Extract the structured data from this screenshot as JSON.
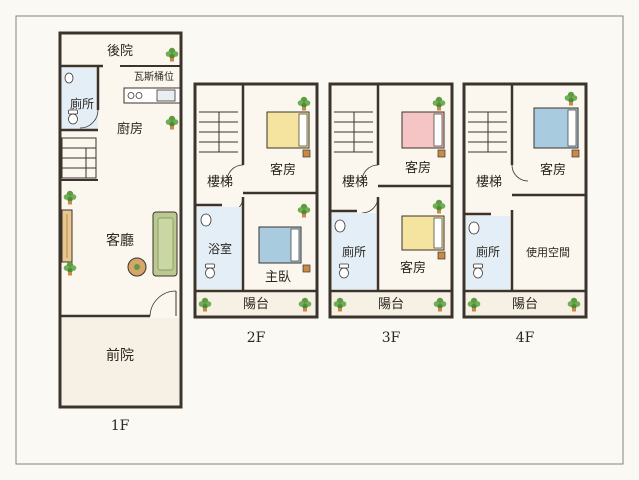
{
  "floors": {
    "f1": {
      "caption": "1F",
      "rooms": {
        "backyard": "後院",
        "gas_meter": "瓦斯桶位",
        "toilet": "廁所",
        "kitchen": "廚房",
        "living": "客廳",
        "front_yard": "前院"
      }
    },
    "f2": {
      "caption": "2F",
      "rooms": {
        "stairs": "樓梯",
        "guest": "客房",
        "bath": "浴室",
        "master": "主臥",
        "balcony": "陽台"
      }
    },
    "f3": {
      "caption": "3F",
      "rooms": {
        "stairs": "樓梯",
        "guest_top": "客房",
        "toilet": "廁所",
        "guest_bottom": "客房",
        "balcony": "陽台"
      }
    },
    "f4": {
      "caption": "4F",
      "rooms": {
        "stairs": "樓梯",
        "guest": "客房",
        "toilet": "廁所",
        "use_space": "使用空間",
        "balcony": "陽台"
      }
    }
  },
  "colors": {
    "wall": "#3b342c",
    "floor": "#fbf7ee",
    "wet": "#e3eef6",
    "yard": "#f6f1e4",
    "bed_yellow": "#f5e3a0",
    "bed_pink": "#f5c4c4",
    "bed_blue": "#a9cbe0",
    "sofa": "#b9c98f",
    "plant": "#5e9a45",
    "pot": "#c98a45"
  }
}
